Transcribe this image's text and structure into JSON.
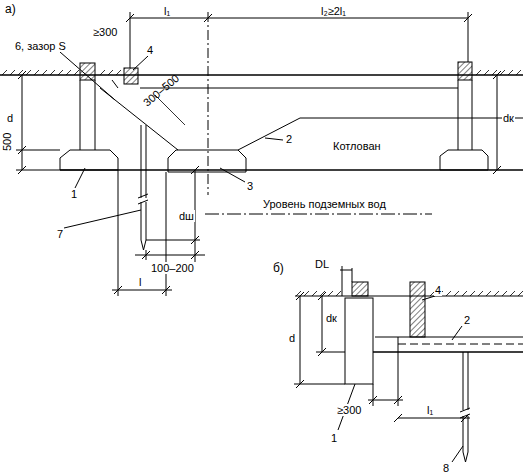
{
  "diagram": {
    "labels": [
      "а)",
      "l₁",
      "l₂≥2l₁",
      "≥300",
      "6, зазор S",
      "4",
      "300–500",
      "d",
      "500",
      "1",
      "2",
      "Котлован",
      "3",
      "dк",
      "Уровень подземных вод",
      "7",
      "dш",
      "100–200",
      "l",
      "б)",
      "DL",
      "4",
      "d",
      "dк",
      "1",
      "2",
      "≥300",
      "l₁",
      "8"
    ]
  }
}
